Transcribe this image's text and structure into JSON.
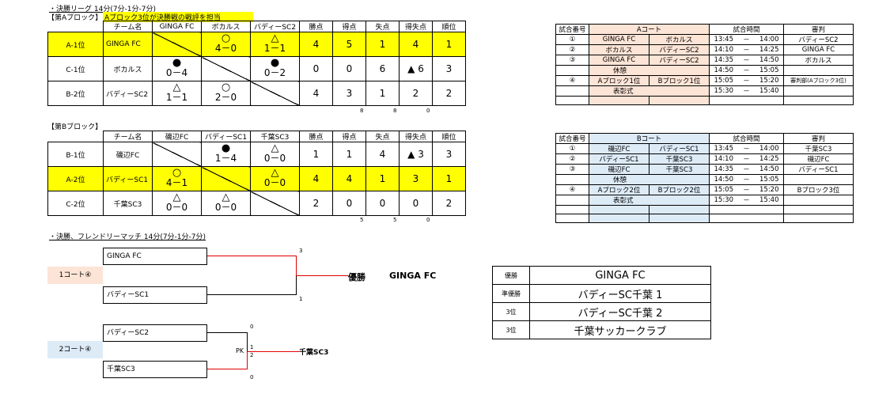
{
  "title_league": "・決勝リーグ 14分(7分-1分-7分)",
  "blockA": {
    "label": "【第Aブロック】",
    "note": "Aブロック3位が決勝戦の戦評を担当",
    "headers": [
      "チーム名",
      "GINGA FC",
      "ボカルス",
      "バディーSC2",
      "勝点",
      "得点",
      "失点",
      "得失点",
      "順位"
    ],
    "rows": [
      {
        "pos": "A-1位",
        "team": "GINGA FC",
        "m": [
          null,
          {
            "s": "○",
            "r": "4－0"
          },
          {
            "s": "△",
            "r": "1－1"
          }
        ],
        "pts": "4",
        "gf": "5",
        "ga": "1",
        "gd": "4",
        "rank": "1"
      },
      {
        "pos": "C-1位",
        "team": "ボカルス",
        "m": [
          {
            "s": "●",
            "r": "0－4"
          },
          null,
          {
            "s": "●",
            "r": "0－2"
          }
        ],
        "pts": "0",
        "gf": "0",
        "ga": "6",
        "gd": "▲ 6",
        "rank": "3"
      },
      {
        "pos": "B-2位",
        "team": "バディーSC2",
        "m": [
          {
            "s": "△",
            "r": "1－1"
          },
          {
            "s": "○",
            "r": "2－0"
          },
          null
        ],
        "pts": "4",
        "gf": "3",
        "ga": "1",
        "gd": "2",
        "rank": "2"
      }
    ],
    "totals": [
      "8",
      "8",
      "0"
    ]
  },
  "blockB": {
    "label": "【第Bブロック】",
    "headers": [
      "チーム名",
      "磯辺FC",
      "バディーSC1",
      "千葉SC3",
      "勝点",
      "得点",
      "失点",
      "得失点",
      "順位"
    ],
    "rows": [
      {
        "pos": "B-1位",
        "team": "磯辺FC",
        "m": [
          null,
          {
            "s": "●",
            "r": "1－4"
          },
          {
            "s": "△",
            "r": "0－0"
          }
        ],
        "pts": "1",
        "gf": "1",
        "ga": "4",
        "gd": "▲ 3",
        "rank": "3"
      },
      {
        "pos": "A-2位",
        "team": "バディーSC1",
        "m": [
          {
            "s": "○",
            "r": "4－1"
          },
          null,
          {
            "s": "△",
            "r": "0－0"
          }
        ],
        "pts": "4",
        "gf": "4",
        "ga": "1",
        "gd": "3",
        "rank": "1"
      },
      {
        "pos": "C-2位",
        "team": "千葉SC3",
        "m": [
          {
            "s": "△",
            "r": "0－0"
          },
          {
            "s": "△",
            "r": "0－0"
          },
          null
        ],
        "pts": "2",
        "gf": "0",
        "ga": "0",
        "gd": "0",
        "rank": "2"
      }
    ],
    "totals": [
      "5",
      "5",
      "0"
    ]
  },
  "scheduleA": {
    "headers": [
      "試合番号",
      "Aコート",
      "試合時間",
      "審判"
    ],
    "rows": [
      {
        "no": "①",
        "t1": "GINGA FC",
        "t2": "ボカルス",
        "s": "13:45",
        "d": "－",
        "e": "14:00",
        "ref": "バディーSC2"
      },
      {
        "no": "②",
        "t1": "ボカルス",
        "t2": "バディーSC2",
        "s": "14:10",
        "d": "－",
        "e": "14:25",
        "ref": "GINGA FC"
      },
      {
        "no": "③",
        "t1": "GINGA FC",
        "t2": "バディーSC2",
        "s": "14:35",
        "d": "－",
        "e": "14:50",
        "ref": "ボカルス"
      },
      {
        "no": "",
        "t1": "休憩",
        "t2": "",
        "s": "14:50",
        "d": "－",
        "e": "15:05",
        "ref": ""
      },
      {
        "no": "④",
        "t1": "Aブロック1位",
        "t2": "Bブロック1位",
        "s": "15:05",
        "d": "－",
        "e": "15:20",
        "ref": "審判部(Aブロック3位)"
      },
      {
        "no": "",
        "t1": "表彰式",
        "t2": "",
        "s": "15:30",
        "d": "－",
        "e": "15:40",
        "ref": ""
      }
    ]
  },
  "scheduleB": {
    "headers": [
      "試合番号",
      "Bコート",
      "試合時間",
      "審判"
    ],
    "rows": [
      {
        "no": "①",
        "t1": "磯辺FC",
        "t2": "バディーSC1",
        "s": "13:45",
        "d": "－",
        "e": "14:00",
        "ref": "千葉SC3"
      },
      {
        "no": "②",
        "t1": "バディーSC1",
        "t2": "千葉SC3",
        "s": "14:10",
        "d": "－",
        "e": "14:25",
        "ref": "磯辺FC"
      },
      {
        "no": "③",
        "t1": "磯辺FC",
        "t2": "千葉SC3",
        "s": "14:35",
        "d": "－",
        "e": "14:50",
        "ref": "バディーSC1"
      },
      {
        "no": "",
        "t1": "休憩",
        "t2": "",
        "s": "14:50",
        "d": "－",
        "e": "15:05",
        "ref": ""
      },
      {
        "no": "④",
        "t1": "Aブロック2位",
        "t2": "Bブロック2位",
        "s": "15:05",
        "d": "－",
        "e": "15:20",
        "ref": "Bブロック3位"
      },
      {
        "no": "",
        "t1": "表彰式",
        "t2": "",
        "s": "15:30",
        "d": "－",
        "e": "15:40",
        "ref": ""
      }
    ]
  },
  "title_final": "・決勝、フレンドリーマッチ 14分(7分-1分-7分)",
  "bracket1": {
    "court": "1コート④",
    "team1": "GINGA FC",
    "team2": "バディーSC1",
    "score1": "3",
    "score2": "1",
    "result_label": "優勝",
    "winner": "GINGA FC"
  },
  "bracket2": {
    "court": "2コート④",
    "team1": "バディーSC2",
    "team2": "千葉SC3",
    "score1": "0",
    "score2": "0",
    "pk": "PK",
    "pk1": "1",
    "pk2": "2",
    "winner": "千葉SC3"
  },
  "results": [
    {
      "label": "優勝",
      "team": "GINGA FC"
    },
    {
      "label": "準優勝",
      "team": "バディーSC千葉 1"
    },
    {
      "label": "3位",
      "team": "バディーSC千葉 2"
    },
    {
      "label": "3位",
      "team": "千葉サッカークラブ"
    }
  ],
  "colors": {
    "highlight": "#ffff00",
    "courtA": "#fce4d6",
    "courtB": "#ddebf7",
    "winner_line": "#e00000"
  }
}
